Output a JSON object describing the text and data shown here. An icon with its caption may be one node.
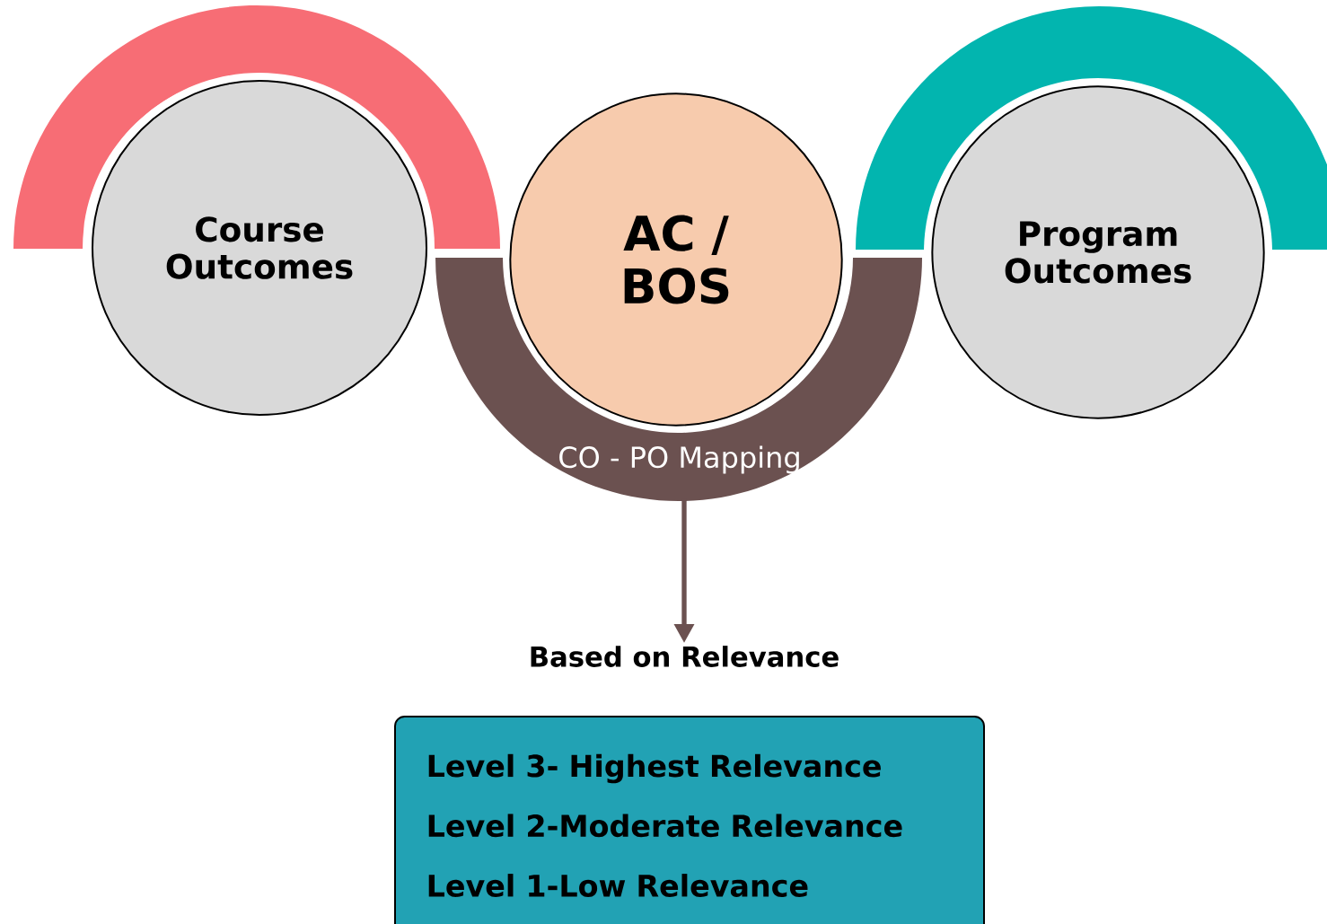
{
  "diagram": {
    "nodes": [
      {
        "text": [
          "Course Outcomes"
        ]
      },
      {
        "text": [
          "AC / BOS"
        ]
      },
      {
        "text": [
          "Program Outcomes"
        ]
      },
      {
        "text": [
          "CO - PO Mapping"
        ]
      },
      {
        "text": [
          "Based on Relevance"
        ]
      },
      {
        "text": [
          "Level 3- Highest Relevance",
          "Level 2-Moderate Relevance",
          "Level 1-Low Relevance"
        ]
      },
      {
        "text": [],
        "shape": "arc"
      },
      {
        "text": [],
        "shape": "arc"
      }
    ],
    "edges": [
      {
        "from": 3,
        "to": 4,
        "arrow": "to"
      }
    ]
  }
}
